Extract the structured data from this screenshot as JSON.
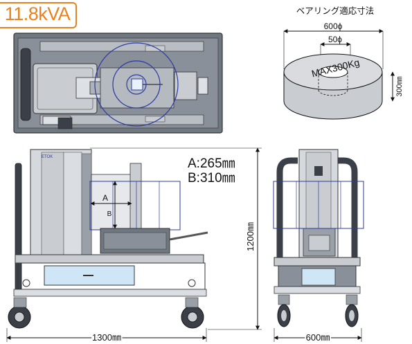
{
  "badge": "11.8kVA",
  "bearing": {
    "title": "ベアリング適応寸法",
    "outer_dim": "600ϕ",
    "inner_dim": "50ϕ",
    "height_dim": "300㎜",
    "load": "MAX300Kg"
  },
  "dimensions": {
    "a": "A:265㎜",
    "b": "B:310㎜",
    "height": "1200㎜",
    "length": "1300㎜",
    "width": "600㎜"
  },
  "labels": {
    "a_marker": "A",
    "b_marker": "B",
    "brand": "ETOK"
  },
  "colors": {
    "badge": "#e8821e",
    "frame": "#8a9099",
    "panel": "#c9ccd1",
    "tray": "#cfe6f7",
    "ring": "#2b3aa0",
    "ink": "#111111"
  }
}
